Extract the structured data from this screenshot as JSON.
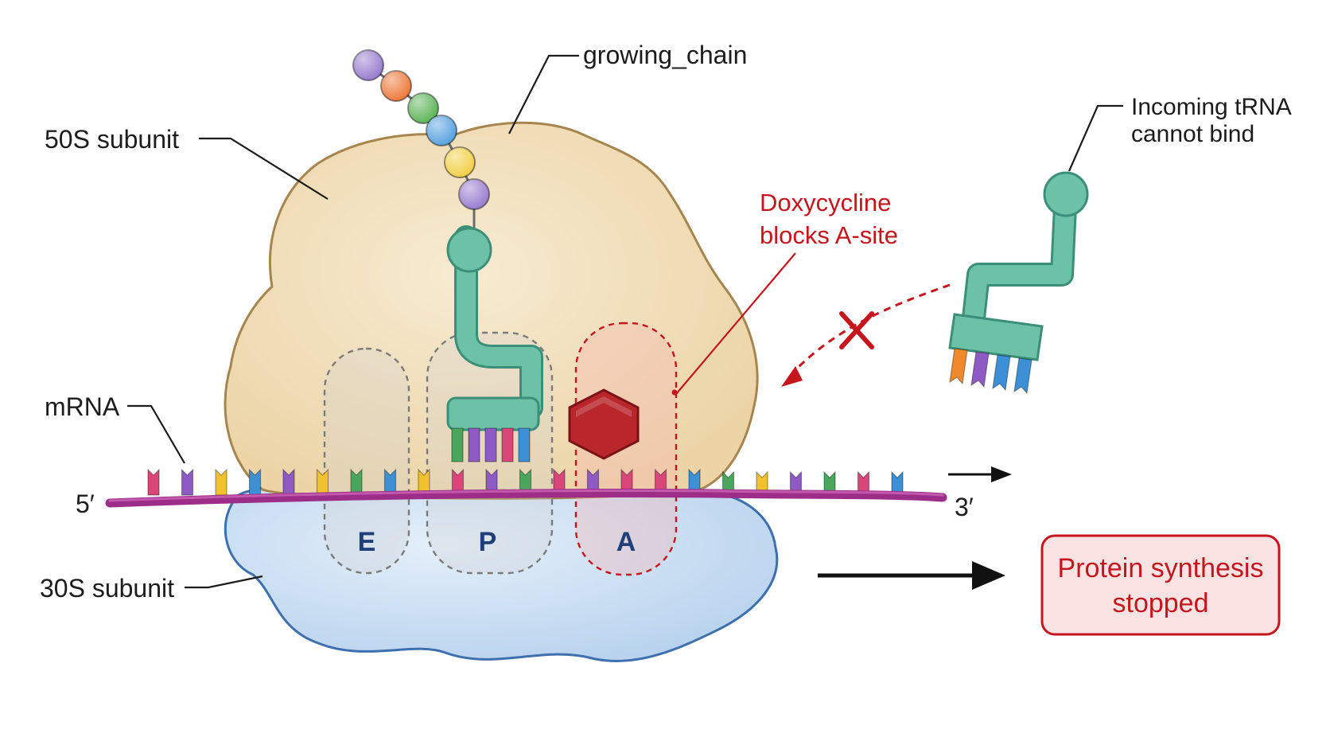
{
  "labels": {
    "growing_chain": "growing_chain",
    "subunit_50s": "50S subunit",
    "subunit_30s": "30S subunit",
    "mrna": "mRNA",
    "five_prime": "5′",
    "three_prime": "3′",
    "incoming_trna_line1": "Incoming tRNA",
    "incoming_trna_line2": "cannot bind",
    "drug_line1": "Doxycycline",
    "drug_line2": "blocks A-site",
    "result_line1": "Protein synthesis",
    "result_line2": "stopped"
  },
  "sites": {
    "e": "E",
    "p": "P",
    "a": "A"
  },
  "icons": {
    "blocked": "red-x-icon",
    "drug": "hexagon-icon",
    "direction": "arrow-right-icon"
  },
  "colors": {
    "subunit_50s": "#f3e1bf",
    "subunit_30s": "#cfe2f5",
    "mrna": "#b23a9a",
    "trna": "#6cc2a6",
    "drug": "#b9262c",
    "alert": "#c4161c",
    "nucleotides": [
      "#d9477a",
      "#8e5bc4",
      "#f2c12e",
      "#3d8fd6",
      "#4aa65c"
    ],
    "chain_beads": [
      "#9a7fd0",
      "#ee7a3c",
      "#5fb55a",
      "#5aa3e0",
      "#f3d04a",
      "#9a7fd0"
    ]
  }
}
